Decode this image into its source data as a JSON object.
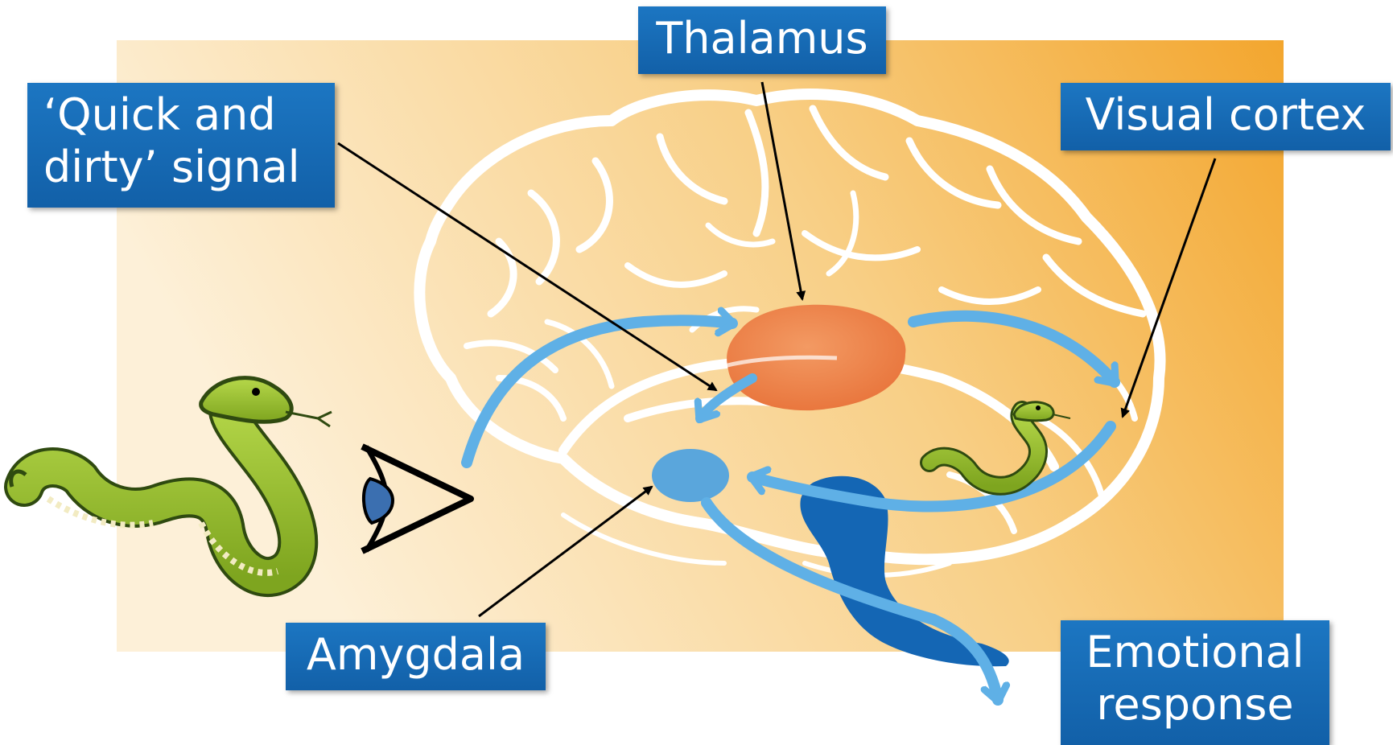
{
  "labels": {
    "thalamus": "Thalamus",
    "quick_signal": "‘Quick and\ndirty’ signal",
    "visual_cortex": "Visual cortex",
    "amygdala": "Amygdala",
    "emotional_response": "Emotional\nresponse"
  },
  "colors": {
    "background_light": "#fbe6c2",
    "background_dark": "#f4ae3a",
    "label_box": "#1a6fbb",
    "label_text": "#ffffff",
    "brain_outline": "#ffffff",
    "thalamus": "#ee8a4e",
    "amygdala": "#5aa6dc",
    "pathway_arrow": "#5fb0e6",
    "brainstem": "#1466b4",
    "snake_body": "#93bf2e",
    "pointer_line": "#000000"
  },
  "icons": [
    "snake-icon",
    "eye-icon",
    "small-snake-icon",
    "brain-outline"
  ]
}
